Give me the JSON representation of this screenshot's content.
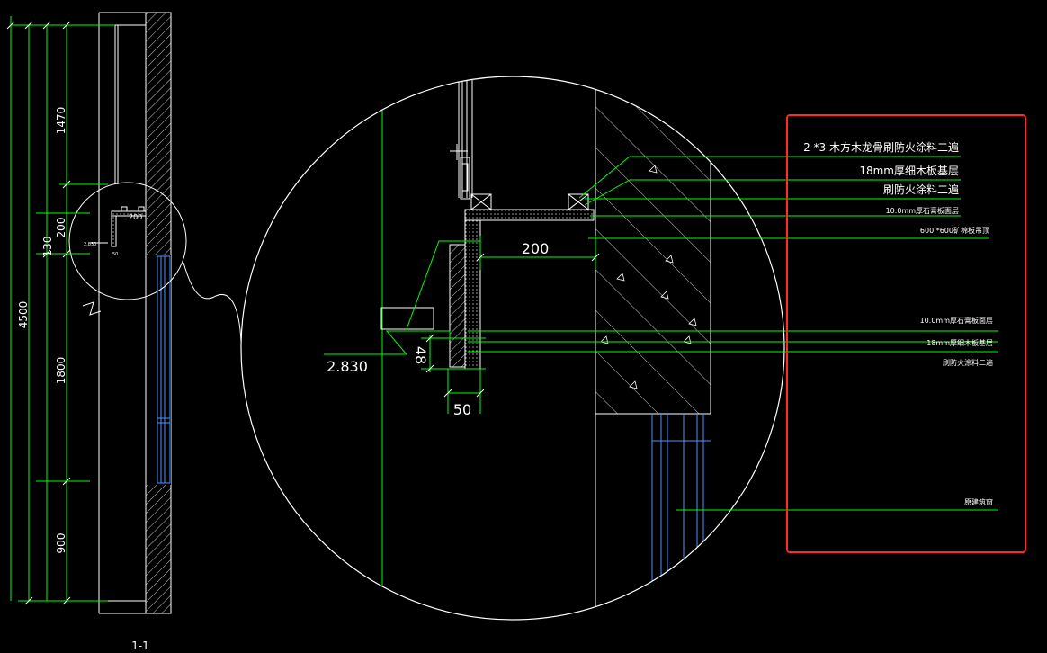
{
  "colors": {
    "background": "#000000",
    "line": "#ffffff",
    "dimension": "#00ff00",
    "window": "#4f8fff",
    "highlight": "#ff2a2a"
  },
  "section": {
    "label": "1-1",
    "total_height": "4500",
    "dims": [
      "1470",
      "200",
      "130",
      "1800",
      "900"
    ],
    "mini_labels": [
      "200",
      "2.830",
      "50"
    ]
  },
  "detail": {
    "width_dim": "200",
    "elevation": "2.830",
    "height_dim": "48",
    "thickness_dim": "50"
  },
  "callouts": [
    "2 *3 木方木龙骨刷防火涂料二遍",
    "18mm厚细木板基层",
    "刷防火涂料二遍",
    "10.0mm厚石膏板面层",
    "600 *600矿棉板吊顶",
    "10.0mm厚石膏板面层",
    "18mm厚细木板基层",
    "刷防火涂料二遍",
    "原建筑窗"
  ]
}
